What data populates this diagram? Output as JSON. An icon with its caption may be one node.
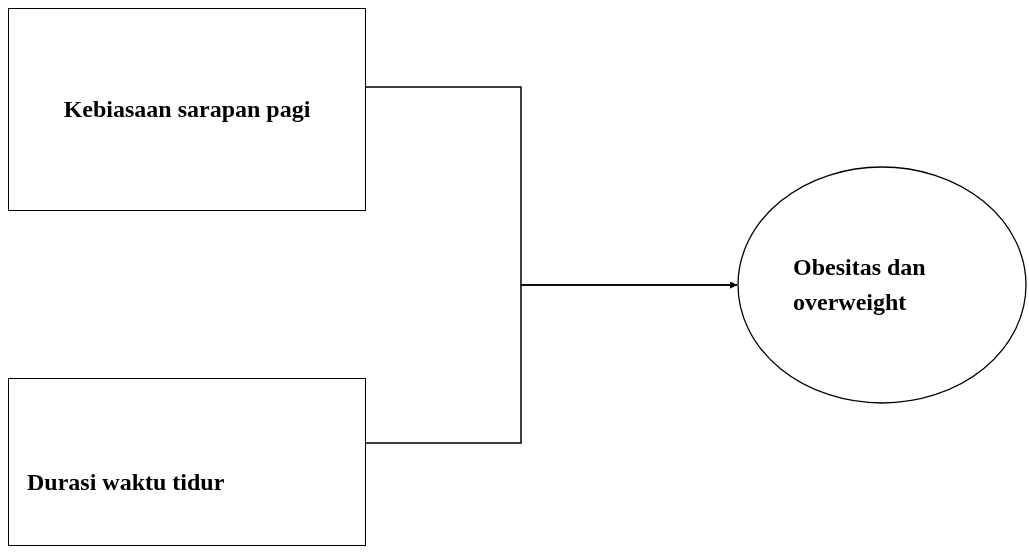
{
  "diagram": {
    "nodes": [
      {
        "text": [
          "Kebiasaan sarapan pagi"
        ]
      },
      {
        "text": [
          "Durasi waktu tidur"
        ]
      },
      {
        "text": [
          "Obesitas dan overweight"
        ]
      }
    ],
    "edges": [
      {
        "from": 0,
        "to": 2,
        "arrow": "to"
      },
      {
        "from": 1,
        "to": 2,
        "arrow": "to"
      }
    ]
  }
}
